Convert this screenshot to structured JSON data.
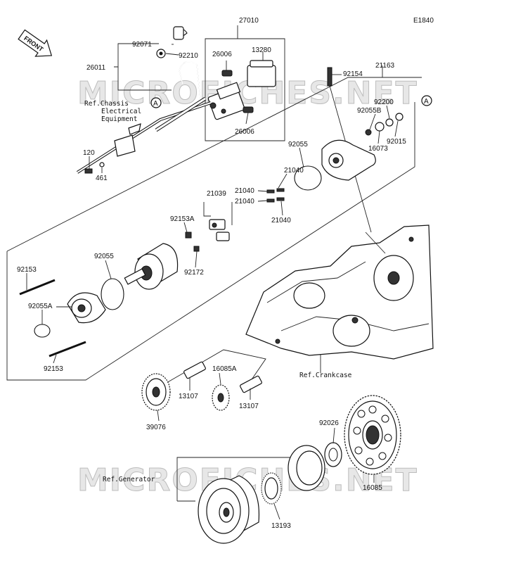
{
  "diagram_code": "E1840",
  "front_label": "FRONT",
  "watermark": "MICROFICHES.NET",
  "ref_labels": {
    "chassis_line1": "Ref.Chassis",
    "chassis_line2": "Electrical",
    "chassis_line3": "Equipment",
    "crankcase": "Ref.Crankcase",
    "generator": "Ref.Generator"
  },
  "marker_A": "A",
  "parts": {
    "p27010": "27010",
    "p26011": "26011",
    "p92071": "92071",
    "p92210": "92210",
    "p26006a": "26006",
    "p13280": "13280",
    "p26006b": "26006",
    "p120": "120",
    "p461": "461",
    "p21163": "21163",
    "p92154": "92154",
    "p92200": "92200",
    "p92055B": "92055B",
    "p92015": "92015",
    "p16073": "16073",
    "p92055a": "92055",
    "p21040a": "21040",
    "p21040b": "21040",
    "p21040c": "21040",
    "p21040d": "21040",
    "p21039": "21039",
    "p92153A": "92153A",
    "p92172": "92172",
    "p92055b": "92055",
    "p92153a": "92153",
    "p92055A": "92055A",
    "p92153b": "92153",
    "p16085A": "16085A",
    "p13107a": "13107",
    "p13107b": "13107",
    "p39076": "39076",
    "p92026": "92026",
    "p16085": "16085",
    "p13193": "13193"
  }
}
